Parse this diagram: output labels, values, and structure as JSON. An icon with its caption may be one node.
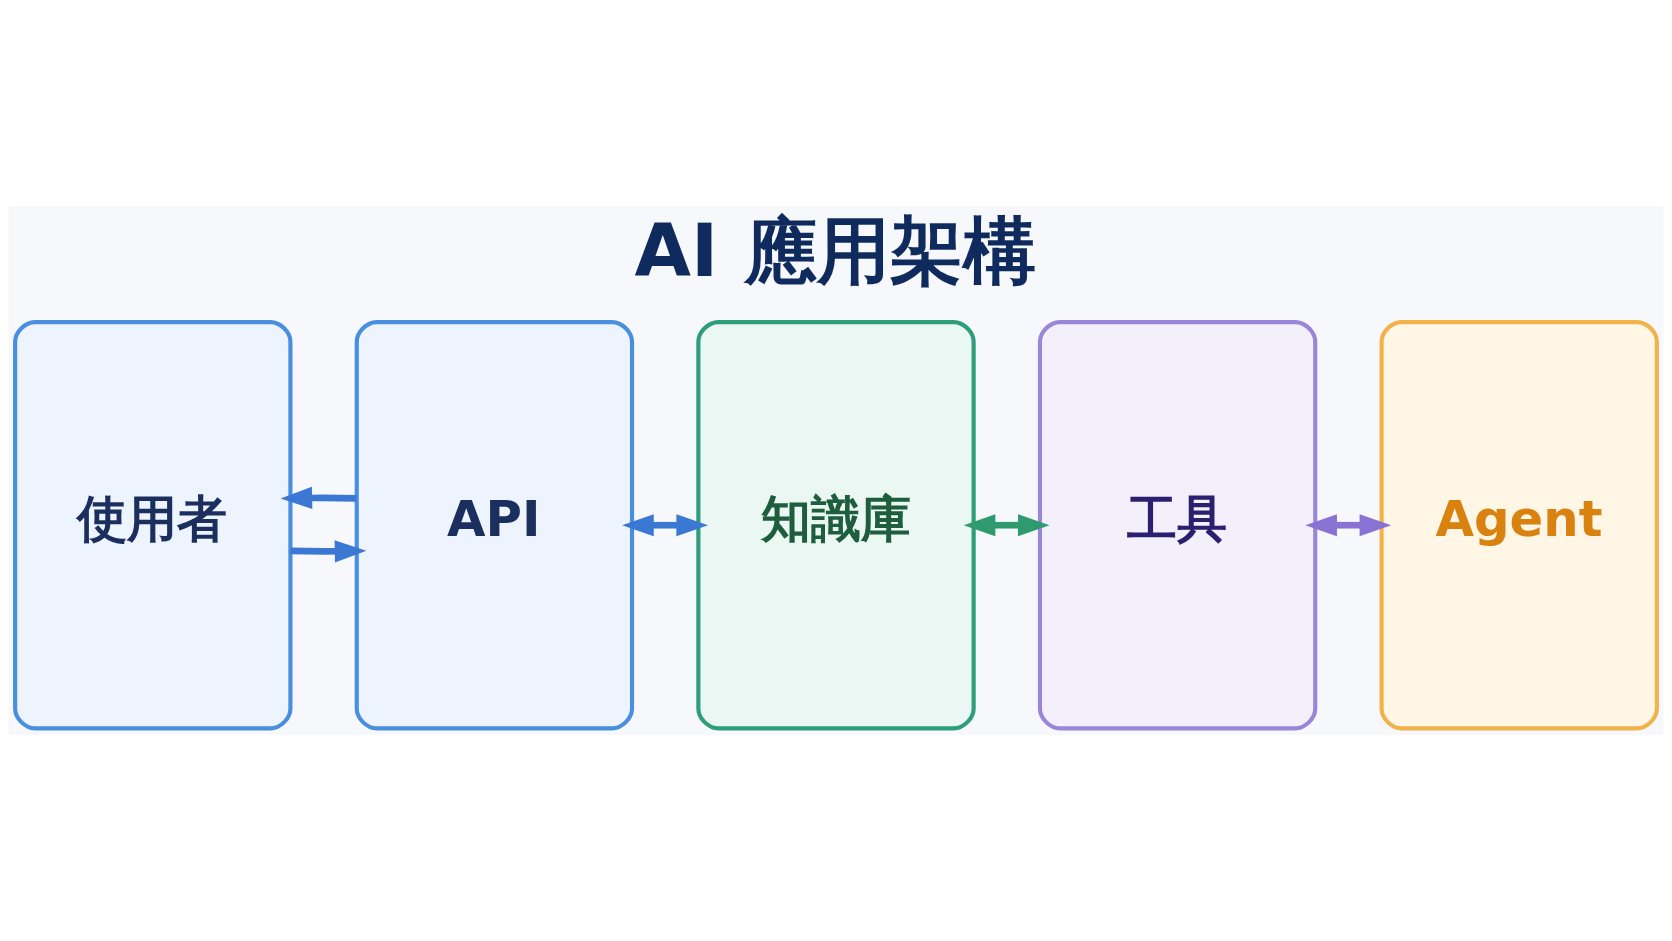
{
  "diagram": {
    "title": "AI 應用架構",
    "nodes": [
      {
        "text": [
          "使用者"
        ]
      },
      {
        "text": [
          "API"
        ]
      },
      {
        "text": [
          "知識庫"
        ]
      },
      {
        "text": [
          "工具"
        ]
      },
      {
        "text": [
          "Agent"
        ]
      }
    ],
    "edges": [
      {
        "from": 0,
        "to": 1,
        "arrow": "to"
      },
      {
        "from": 1,
        "to": 0,
        "arrow": "to"
      },
      {
        "from": 1,
        "to": 2,
        "arrow": "both"
      },
      {
        "from": 2,
        "to": 3,
        "arrow": "both",
        "color": "#2e9a6e"
      },
      {
        "from": 3,
        "to": 4,
        "arrow": "both",
        "color": "#8a72d4"
      }
    ]
  }
}
